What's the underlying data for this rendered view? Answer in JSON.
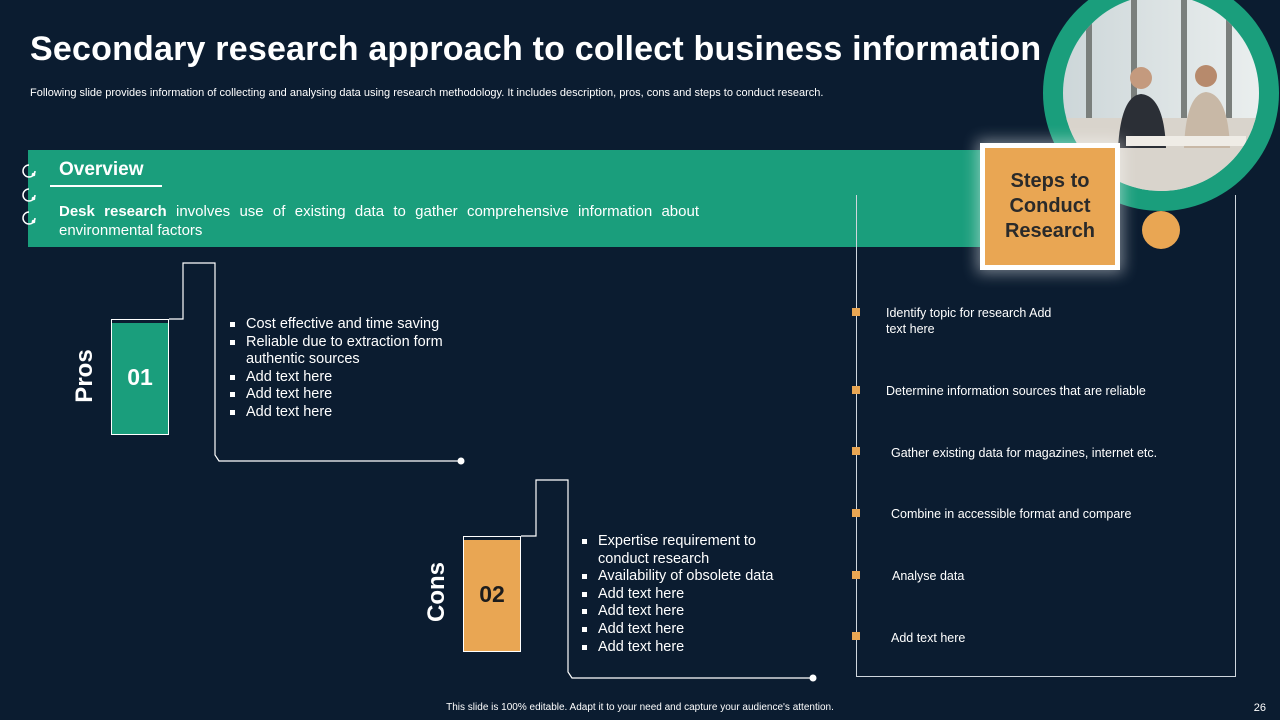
{
  "slide": {
    "title": "Secondary research approach to collect business information",
    "subtitle": "Following slide provides information of collecting and analysing data using research methodology. It includes description, pros, cons and steps to conduct research.",
    "overview": {
      "heading": "Overview",
      "text_bold": "Desk research",
      "text_rest": " involves use of existing data to gather comprehensive information about environmental factors"
    },
    "pros": {
      "label": "Pros",
      "number": "01",
      "items": [
        "Cost effective and time saving",
        "Reliable due to extraction form authentic sources",
        "Add text here",
        "Add text here",
        "Add text here"
      ]
    },
    "cons": {
      "label": "Cons",
      "number": "02",
      "items": [
        "Expertise requirement to conduct research",
        "Availability  of obsolete data",
        "Add text here",
        "Add text here",
        "Add text here",
        "Add text here"
      ]
    },
    "steps": {
      "heading": "Steps to Conduct Research",
      "items": [
        "Identify topic for research Add text here",
        "Determine  information  sources that are reliable",
        "Gather existing data for magazines, internet etc.",
        "Combine  in accessible format  and compare",
        "Analyse data",
        "Add text here"
      ]
    },
    "footer": "This slide is 100% editable.  Adapt it to your need and capture your audience's attention.",
    "page_number": "26"
  },
  "colors": {
    "background": "#0b1c30",
    "teal": "#1a9e7c",
    "orange": "#e9a653",
    "white": "#ffffff"
  }
}
